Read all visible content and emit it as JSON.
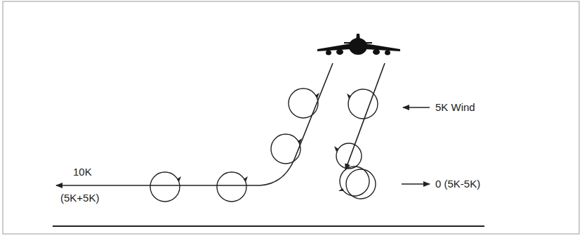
{
  "diagram": {
    "labels": [
      "5K Wind",
      "10K",
      "(5K+5K)",
      "0 (5K-5K)"
    ]
  }
}
